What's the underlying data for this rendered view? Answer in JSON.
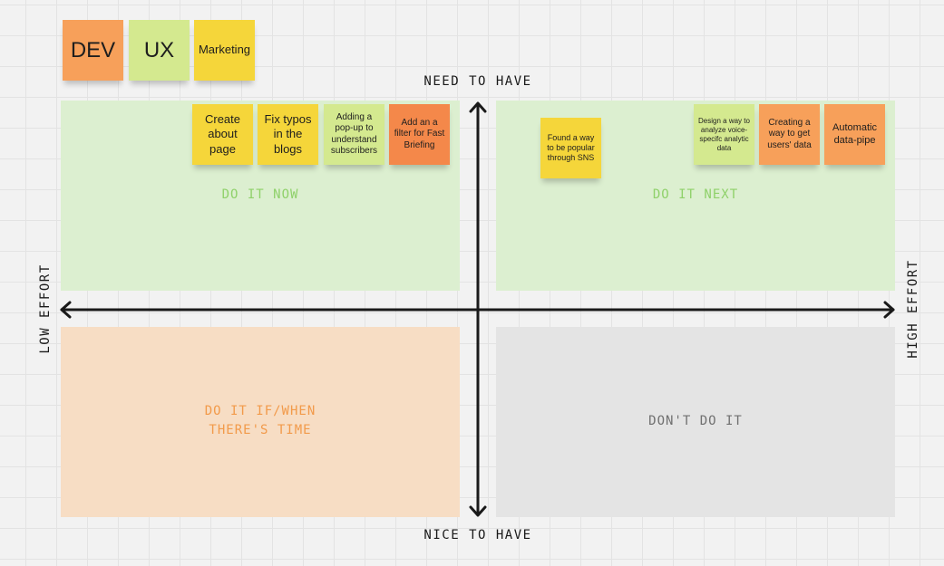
{
  "legend": {
    "dev": "DEV",
    "ux": "UX",
    "marketing": "Marketing"
  },
  "axes": {
    "top": "NEED TO HAVE",
    "bottom": "NICE TO HAVE",
    "left": "LOW EFFORT",
    "right": "HIGH EFFORT"
  },
  "quadrants": {
    "top_left": "DO IT NOW",
    "top_right": "DO IT NEXT",
    "bottom_left": "DO IT IF/WHEN\nTHERE'S TIME",
    "bottom_right": "DON'T DO IT"
  },
  "notes": {
    "create_about_page": "Create about page",
    "fix_typos_blogs": "Fix typos in the blogs",
    "popup_subscribers": "Adding a pop-up to understand subscribers",
    "filter_fast_briefing": "Add an a filter for Fast Briefing",
    "popular_sns": "Found a way to be popular through SNS",
    "voice_analytics": "Design a way to analyze voice-specifc analytic data",
    "users_data": "Creating a way to get users' data",
    "data_pipe": "Automatic data-pipe"
  },
  "colors": {
    "dev": "#f7a05a",
    "ux": "#d4e98f",
    "marketing": "#f5d63a",
    "filter_note": "#f4884a",
    "quad_top": "#dcefd0",
    "quad_bottom_left": "#f7ddc4",
    "quad_bottom_right": "#e4e4e4",
    "label_green": "#8fd16a",
    "label_orange": "#f29a4a",
    "label_gray": "#707070",
    "axis": "#1a1a1a"
  }
}
